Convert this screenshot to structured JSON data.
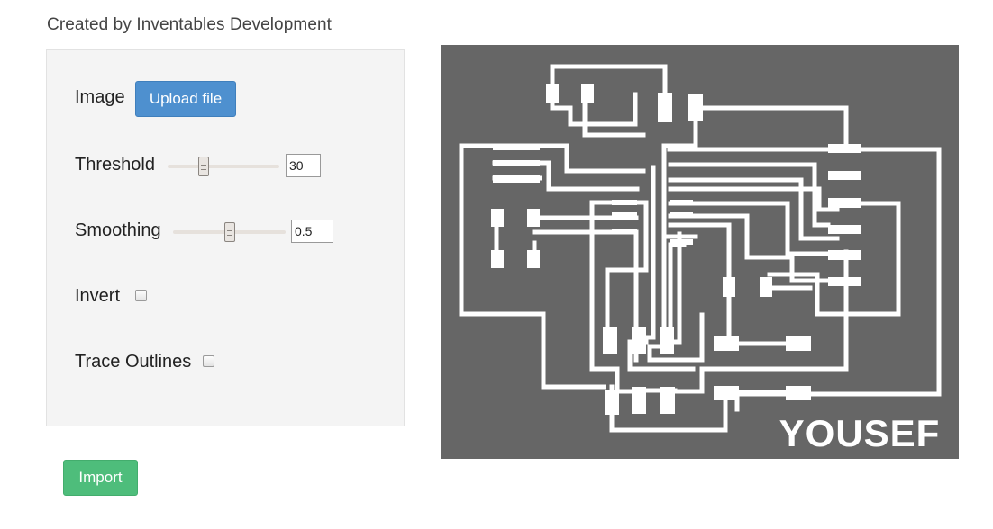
{
  "credit": "Created by Inventables Development",
  "controls": {
    "image_label": "Image",
    "upload_label": "Upload file",
    "threshold_label": "Threshold",
    "threshold_value": "30",
    "threshold_level": 0.32,
    "smoothing_label": "Smoothing",
    "smoothing_value": "0.5",
    "smoothing_level": 0.5,
    "invert_label": "Invert",
    "invert_checked": false,
    "trace_label": "Trace Outlines",
    "trace_checked": false
  },
  "import_label": "Import",
  "preview": {
    "text": "YOUSEF",
    "background_color": "#666666",
    "trace_color": "#ffffff"
  },
  "colors": {
    "upload_button": "#4e90cf",
    "import_button": "#4ebd7b",
    "panel_background": "#f4f4f4"
  }
}
